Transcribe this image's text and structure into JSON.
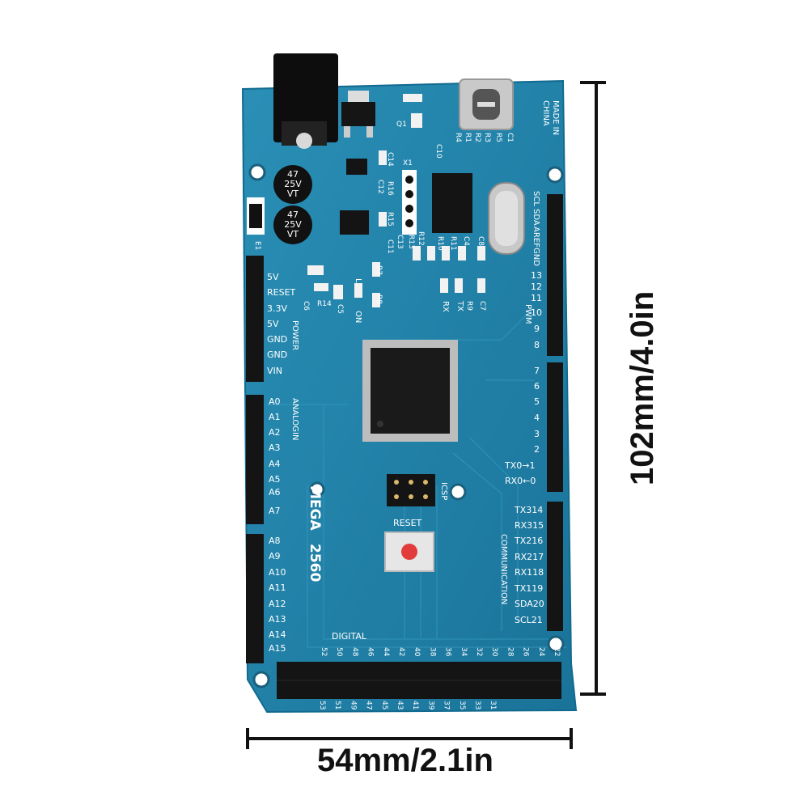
{
  "dimensions": {
    "width_label": "54mm/2.1in",
    "height_label": "102mm/4.0in"
  },
  "board": {
    "model_line1": "MEGA",
    "model_line2": "2560",
    "made_in": "MADE IN",
    "china": "CHINA",
    "reset_label": "RESET",
    "icsp_label": "ICSP",
    "digital_label": "DIGITAL",
    "power_label": "POWER",
    "analog_label": "ANALOGIN",
    "pwm_label": "PWM",
    "communication_label": "COMMUNICATION",
    "cap_label": [
      "47",
      "25V",
      "VT"
    ],
    "power_pins": [
      "5V",
      "RESET",
      "3.3V",
      "5V",
      "GND",
      "GND",
      "VIN"
    ],
    "analog_pins": [
      "A0",
      "A1",
      "A2",
      "A3",
      "A4",
      "A5",
      "A6",
      "A7",
      "A8",
      "A9",
      "A10",
      "A11",
      "A12",
      "A13",
      "A14",
      "A15"
    ],
    "right_top_pins": [
      "SCL",
      "SDA",
      "AREF",
      "GND",
      "13",
      "12",
      "11",
      "10",
      "9",
      "8"
    ],
    "right_mid_pins": [
      "7",
      "6",
      "5",
      "4",
      "3",
      "2",
      "TX0→1",
      "RX0←0"
    ],
    "comm_pins": [
      "TX314",
      "RX315",
      "TX216",
      "RX217",
      "RX118",
      "TX119",
      "SDA20",
      "SCL21"
    ],
    "bottom_top_numbers": [
      "52",
      "50",
      "48",
      "46",
      "44",
      "42",
      "40",
      "38",
      "36",
      "34",
      "32",
      "30",
      "28",
      "26",
      "24",
      "22"
    ],
    "bottom_bottom_numbers": [
      "53",
      "51",
      "49",
      "47",
      "45",
      "43",
      "41",
      "39",
      "37",
      "35",
      "33",
      "31"
    ],
    "led_labels": [
      "RX",
      "TX",
      "ON",
      "L"
    ],
    "component_labels": [
      "Q1",
      "X1",
      "C14",
      "R16",
      "C12",
      "R15",
      "C11",
      "R13",
      "C13",
      "R12",
      "C10",
      "R1",
      "R4",
      "R2",
      "R3",
      "R5",
      "C1",
      "R10",
      "R11",
      "C4",
      "C8",
      "R9",
      "C7",
      "R7",
      "R8",
      "C6",
      "R14",
      "C5",
      "E1"
    ]
  },
  "colors": {
    "pcb": "#1e7fa6",
    "pcb_dark": "#135f80",
    "header": "#141414",
    "silk": "#ffffff",
    "button": "#e23b3b"
  }
}
